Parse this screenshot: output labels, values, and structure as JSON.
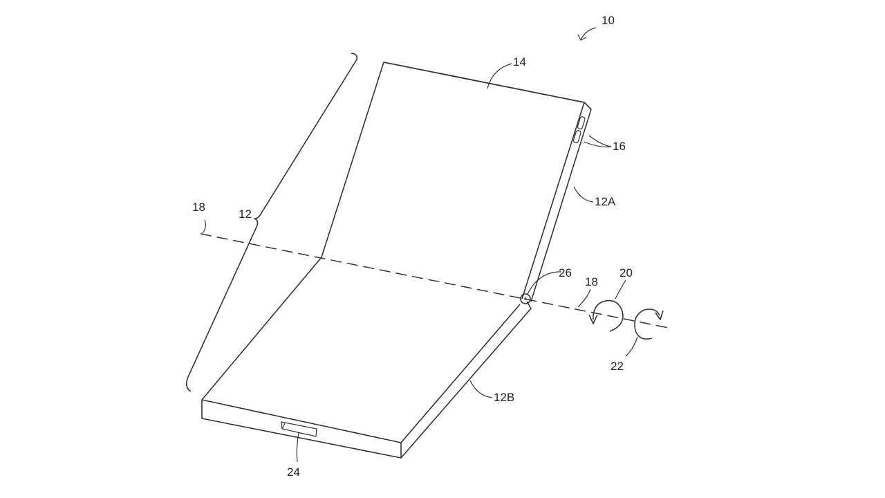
{
  "figure": {
    "ref_device": "10",
    "ref_display": "14",
    "ref_buttons": "16",
    "ref_upper_housing": "12A",
    "ref_lower_housing": "12B",
    "ref_housing": "12",
    "ref_axis_left": "18",
    "ref_axis_right": "18",
    "ref_hinge": "26",
    "ref_rotation_1": "20",
    "ref_rotation_2": "22",
    "ref_connector": "24"
  }
}
